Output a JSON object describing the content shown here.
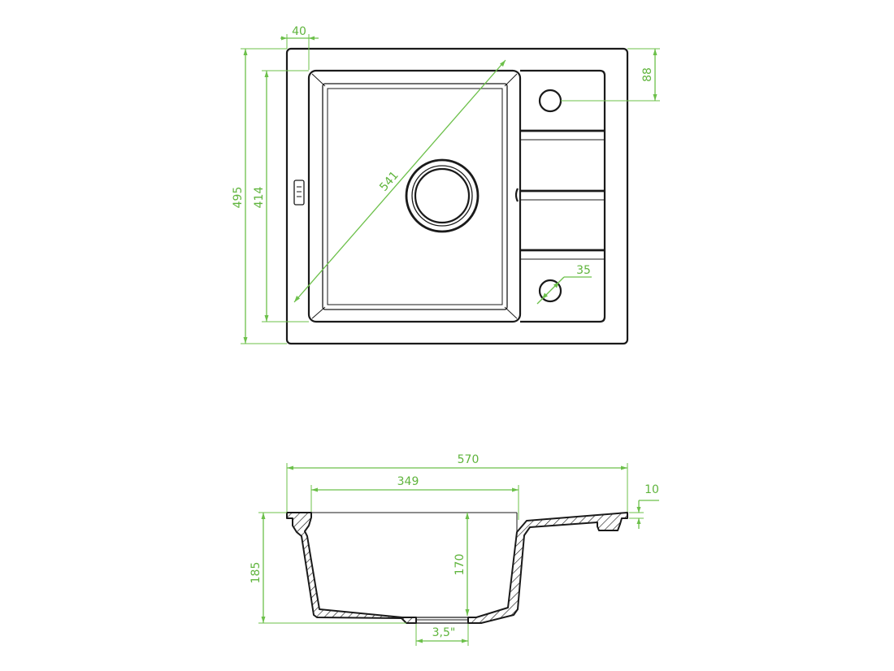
{
  "accent_color": "#6cc04a",
  "line_color": "#1a1a1a",
  "top_view": {
    "dims": {
      "rim_width": "40",
      "overall_depth": "495",
      "bowl_depth": "414",
      "bowl_diagonal": "541",
      "tap_hole_offset": "88",
      "tap_hole_diameter": "35"
    }
  },
  "side_view": {
    "dims": {
      "overall_width": "570",
      "bowl_width": "349",
      "thickness": "10",
      "overall_height": "185",
      "bowl_height": "170",
      "drain_size": "3,5\""
    }
  }
}
